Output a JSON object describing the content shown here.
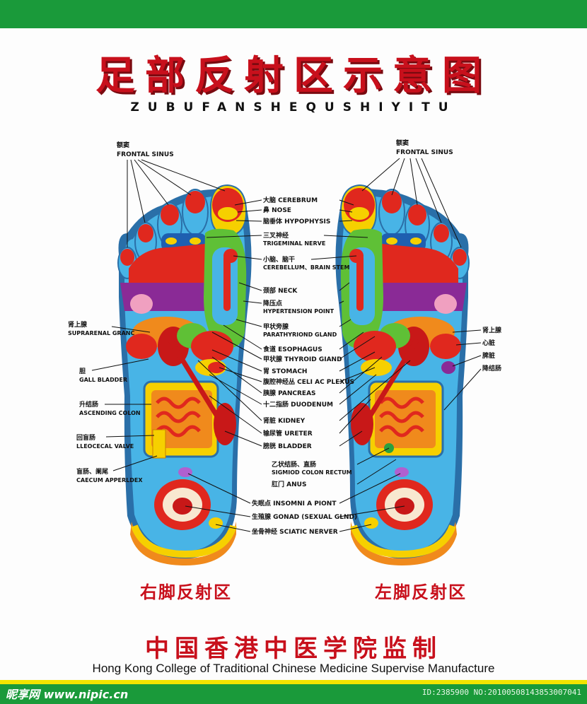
{
  "title": "足部反射区示意图",
  "pinyin": "ZUBUFANSHEQUSHIYITU",
  "right_foot_caption": "右脚反射区",
  "left_foot_caption": "左脚反射区",
  "college_cn": "中国香港中医学院监制",
  "college_en": "Hong Kong College of Traditional Chinese Medicine Supervise Manufacture",
  "watermark_left": "昵享网 www.nipic.cn",
  "watermark_right": "ID:2385900 NO:20100508143853007041",
  "frontal_left": {
    "cn": "额窦",
    "en": "FRONTAL SINUS"
  },
  "frontal_right": {
    "cn": "额窦",
    "en": "FRONTAL SINUS"
  },
  "center_labels": [
    {
      "cn": "大脑",
      "en": "CEREBRUM"
    },
    {
      "cn": "鼻",
      "en": "NOSE"
    },
    {
      "cn": "脑垂体",
      "en": "HYPOPHYSIS"
    },
    {
      "cn": "三叉神经",
      "en": "TRIGEMINAL NERVE"
    },
    {
      "cn": "小脑、脑干",
      "en": "CEREBELLUM、BRAIN STEM"
    },
    {
      "cn": "颈部",
      "en": "NECK"
    },
    {
      "cn": "降压点",
      "en": "HYPERTENSION POINT"
    },
    {
      "cn": "甲状旁腺",
      "en": "PARATHYRIOND GLAND"
    },
    {
      "cn": "食道",
      "en": "ESOPHAGUS"
    },
    {
      "cn": "甲状腺",
      "en": "THYROID GIAND"
    },
    {
      "cn": "胃",
      "en": "STOMACH"
    },
    {
      "cn": "腹腔神经丛",
      "en": "CELI AC PLEXUS"
    },
    {
      "cn": "胰腺",
      "en": "PANCREAS"
    },
    {
      "cn": "十二指肠",
      "en": "DUODENUM"
    },
    {
      "cn": "肾脏",
      "en": "KIDNEY"
    },
    {
      "cn": "输尿管",
      "en": "URETER"
    },
    {
      "cn": "膀胱",
      "en": "BLADDER"
    },
    {
      "cn": "乙状结肠、直肠",
      "en": "SIGMIOD COLON RECTUM"
    },
    {
      "cn": "肛门",
      "en": "ANUS"
    },
    {
      "cn": "失眠点",
      "en": "INSOMNI A PIONT"
    },
    {
      "cn": "生殖腺",
      "en": "GONAD (SEXUAL GLND)"
    },
    {
      "cn": "坐骨神经",
      "en": "SCIATIC NERVER"
    }
  ],
  "left_side_labels": [
    {
      "cn": "肾上腺",
      "en": "SUPRARENAL GRANC"
    },
    {
      "cn": "胆",
      "en": "GALL BLADDER"
    },
    {
      "cn": "升结肠",
      "en": "ASCENDING COLON"
    },
    {
      "cn": "回盲肠",
      "en": "LLEOCECAL VALVE"
    },
    {
      "cn": "盲肠、阑尾",
      "en": "CAECUM APPERLDEX"
    }
  ],
  "right_side_labels": [
    {
      "cn": "肾上腺"
    },
    {
      "cn": "心脏"
    },
    {
      "cn": "脾脏"
    },
    {
      "cn": "降结肠"
    }
  ],
  "colors": {
    "top_bar": "#1a9a3a",
    "title_red": "#c8101c",
    "foot_blue": "#48b4e6",
    "foot_red": "#e0281e",
    "foot_green": "#5fc036",
    "foot_purple": "#8a2a96",
    "foot_yellow": "#f6d000",
    "foot_orange": "#f08a1c"
  }
}
